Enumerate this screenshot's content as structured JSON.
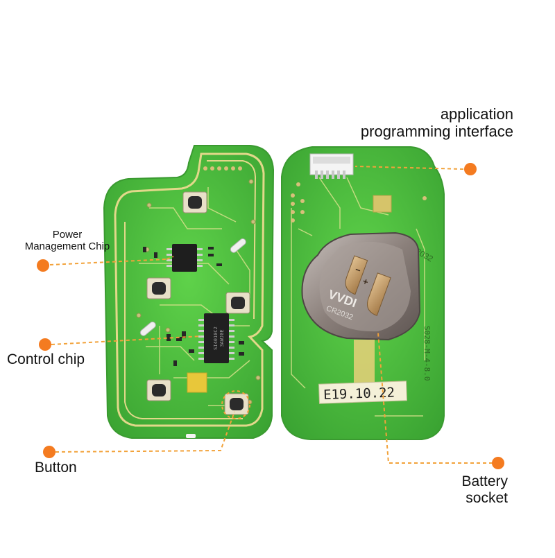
{
  "labels": {
    "power": [
      "Power",
      "Management Chip"
    ],
    "control": "Control chip",
    "button": "Button",
    "api": [
      "application",
      "programming interface"
    ],
    "battery": [
      "Battery",
      "socket"
    ]
  },
  "board_text": {
    "battery_model": "CR2032",
    "brand": "VVDI",
    "battery_marking": "CR2032",
    "date_code": "E19.10.22",
    "chip_marking_1": "SI4010C2",
    "chip_marking_2": "3AWJ0E",
    "vertical_code": "S028-M-4-8.0"
  },
  "colors": {
    "pcb_green": "#49c23b",
    "trace": "#e2d88a",
    "marker": "#f47b20",
    "leader": "#f2a23a"
  }
}
